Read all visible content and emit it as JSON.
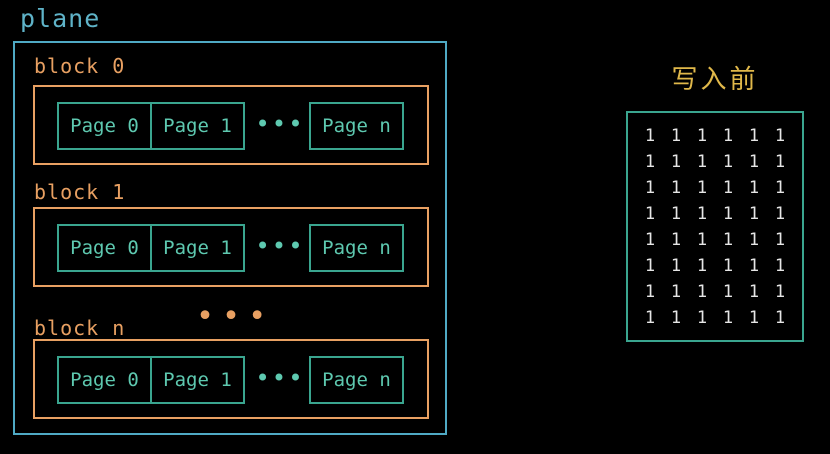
{
  "plane": {
    "label": "plane",
    "blocks": [
      {
        "label": "block 0",
        "pages": [
          "Page 0",
          "Page 1",
          "Page n"
        ],
        "ellipsis": "•••"
      },
      {
        "label": "block 1",
        "pages": [
          "Page 0",
          "Page 1",
          "Page n"
        ],
        "ellipsis": "•••"
      },
      {
        "label": "block n",
        "pages": [
          "Page 0",
          "Page 1",
          "Page n"
        ],
        "ellipsis": "•••"
      }
    ],
    "block_ellipsis": "•••"
  },
  "matrix": {
    "title": "写入前",
    "rows": [
      [
        "1",
        "1",
        "1",
        "1",
        "1",
        "1"
      ],
      [
        "1",
        "1",
        "1",
        "1",
        "1",
        "1"
      ],
      [
        "1",
        "1",
        "1",
        "1",
        "1",
        "1"
      ],
      [
        "1",
        "1",
        "1",
        "1",
        "1",
        "1"
      ],
      [
        "1",
        "1",
        "1",
        "1",
        "1",
        "1"
      ],
      [
        "1",
        "1",
        "1",
        "1",
        "1",
        "1"
      ],
      [
        "1",
        "1",
        "1",
        "1",
        "1",
        "1"
      ],
      [
        "1",
        "1",
        "1",
        "1",
        "1",
        "1"
      ]
    ]
  },
  "colors": {
    "plane": "#4fa9c4",
    "block": "#e8a062",
    "page": "#3aa58f",
    "title": "#e0b84a",
    "cell": "#e6e6e6"
  }
}
